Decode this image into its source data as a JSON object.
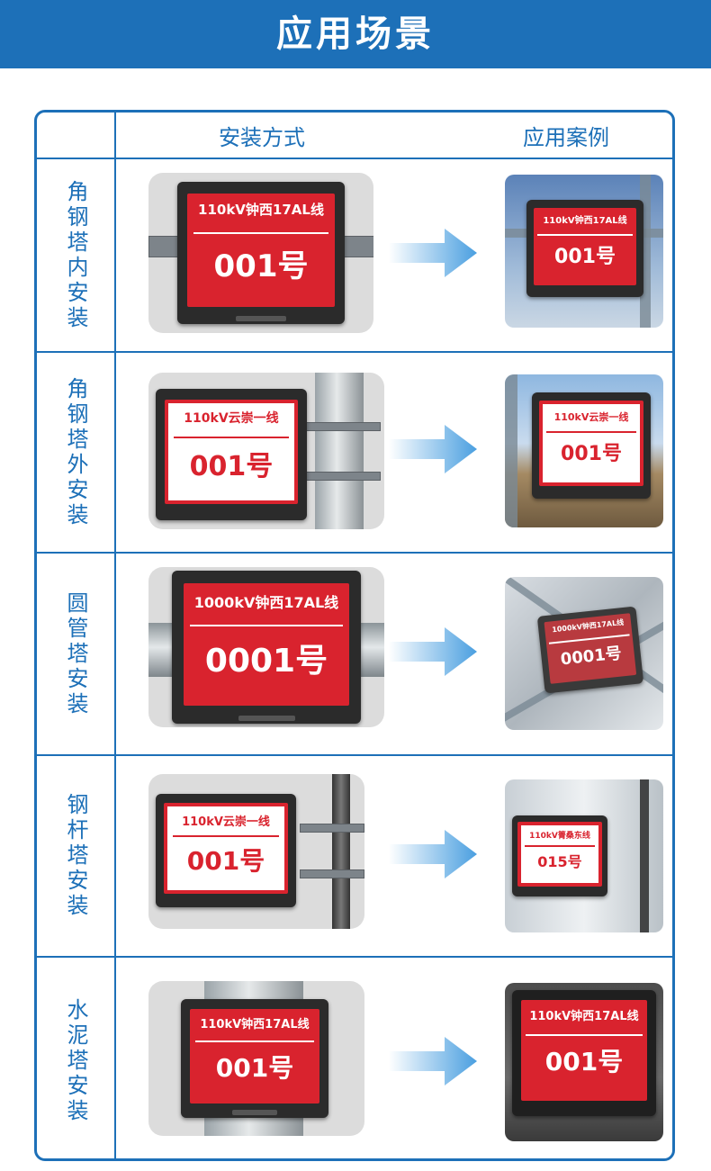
{
  "banner": {
    "title": "应用场景"
  },
  "columns": {
    "install": "安装方式",
    "case": "应用案例"
  },
  "rows": [
    {
      "label": "角钢塔内安装",
      "scene_sign": {
        "line": "110kV钟西17AL线",
        "number": "001号"
      },
      "case_sign": {
        "line": "110kV钟西17AL线",
        "number": "001号"
      }
    },
    {
      "label": "角钢塔外安装",
      "scene_sign": {
        "line": "110kV云崇一线",
        "number": "001号"
      },
      "case_sign": {
        "line": "110kV云崇一线",
        "number": "001号"
      }
    },
    {
      "label": "圆管塔安装",
      "scene_sign": {
        "line": "1000kV钟西17AL线",
        "number": "0001号"
      },
      "case_sign": {
        "line": "1000kV钟西17AL线",
        "number": "0001号"
      }
    },
    {
      "label": "钢杆塔安装",
      "scene_sign": {
        "line": "110kV云崇一线",
        "number": "001号"
      },
      "case_sign": {
        "line": "110kV箐桑东线",
        "number": "015号"
      }
    },
    {
      "label": "水泥塔安装",
      "scene_sign": {
        "line": "110kV钟西17AL线",
        "number": "001号"
      },
      "case_sign": {
        "line": "110kV钟西17AL线",
        "number": "001号"
      }
    }
  ],
  "colors": {
    "accent": "#1d70b8",
    "sign_red": "#d9232e",
    "arrow": "#4a9fe0"
  },
  "icons": {
    "arrow": "right-arrow-icon",
    "signal": "nfc-signal-icon"
  }
}
